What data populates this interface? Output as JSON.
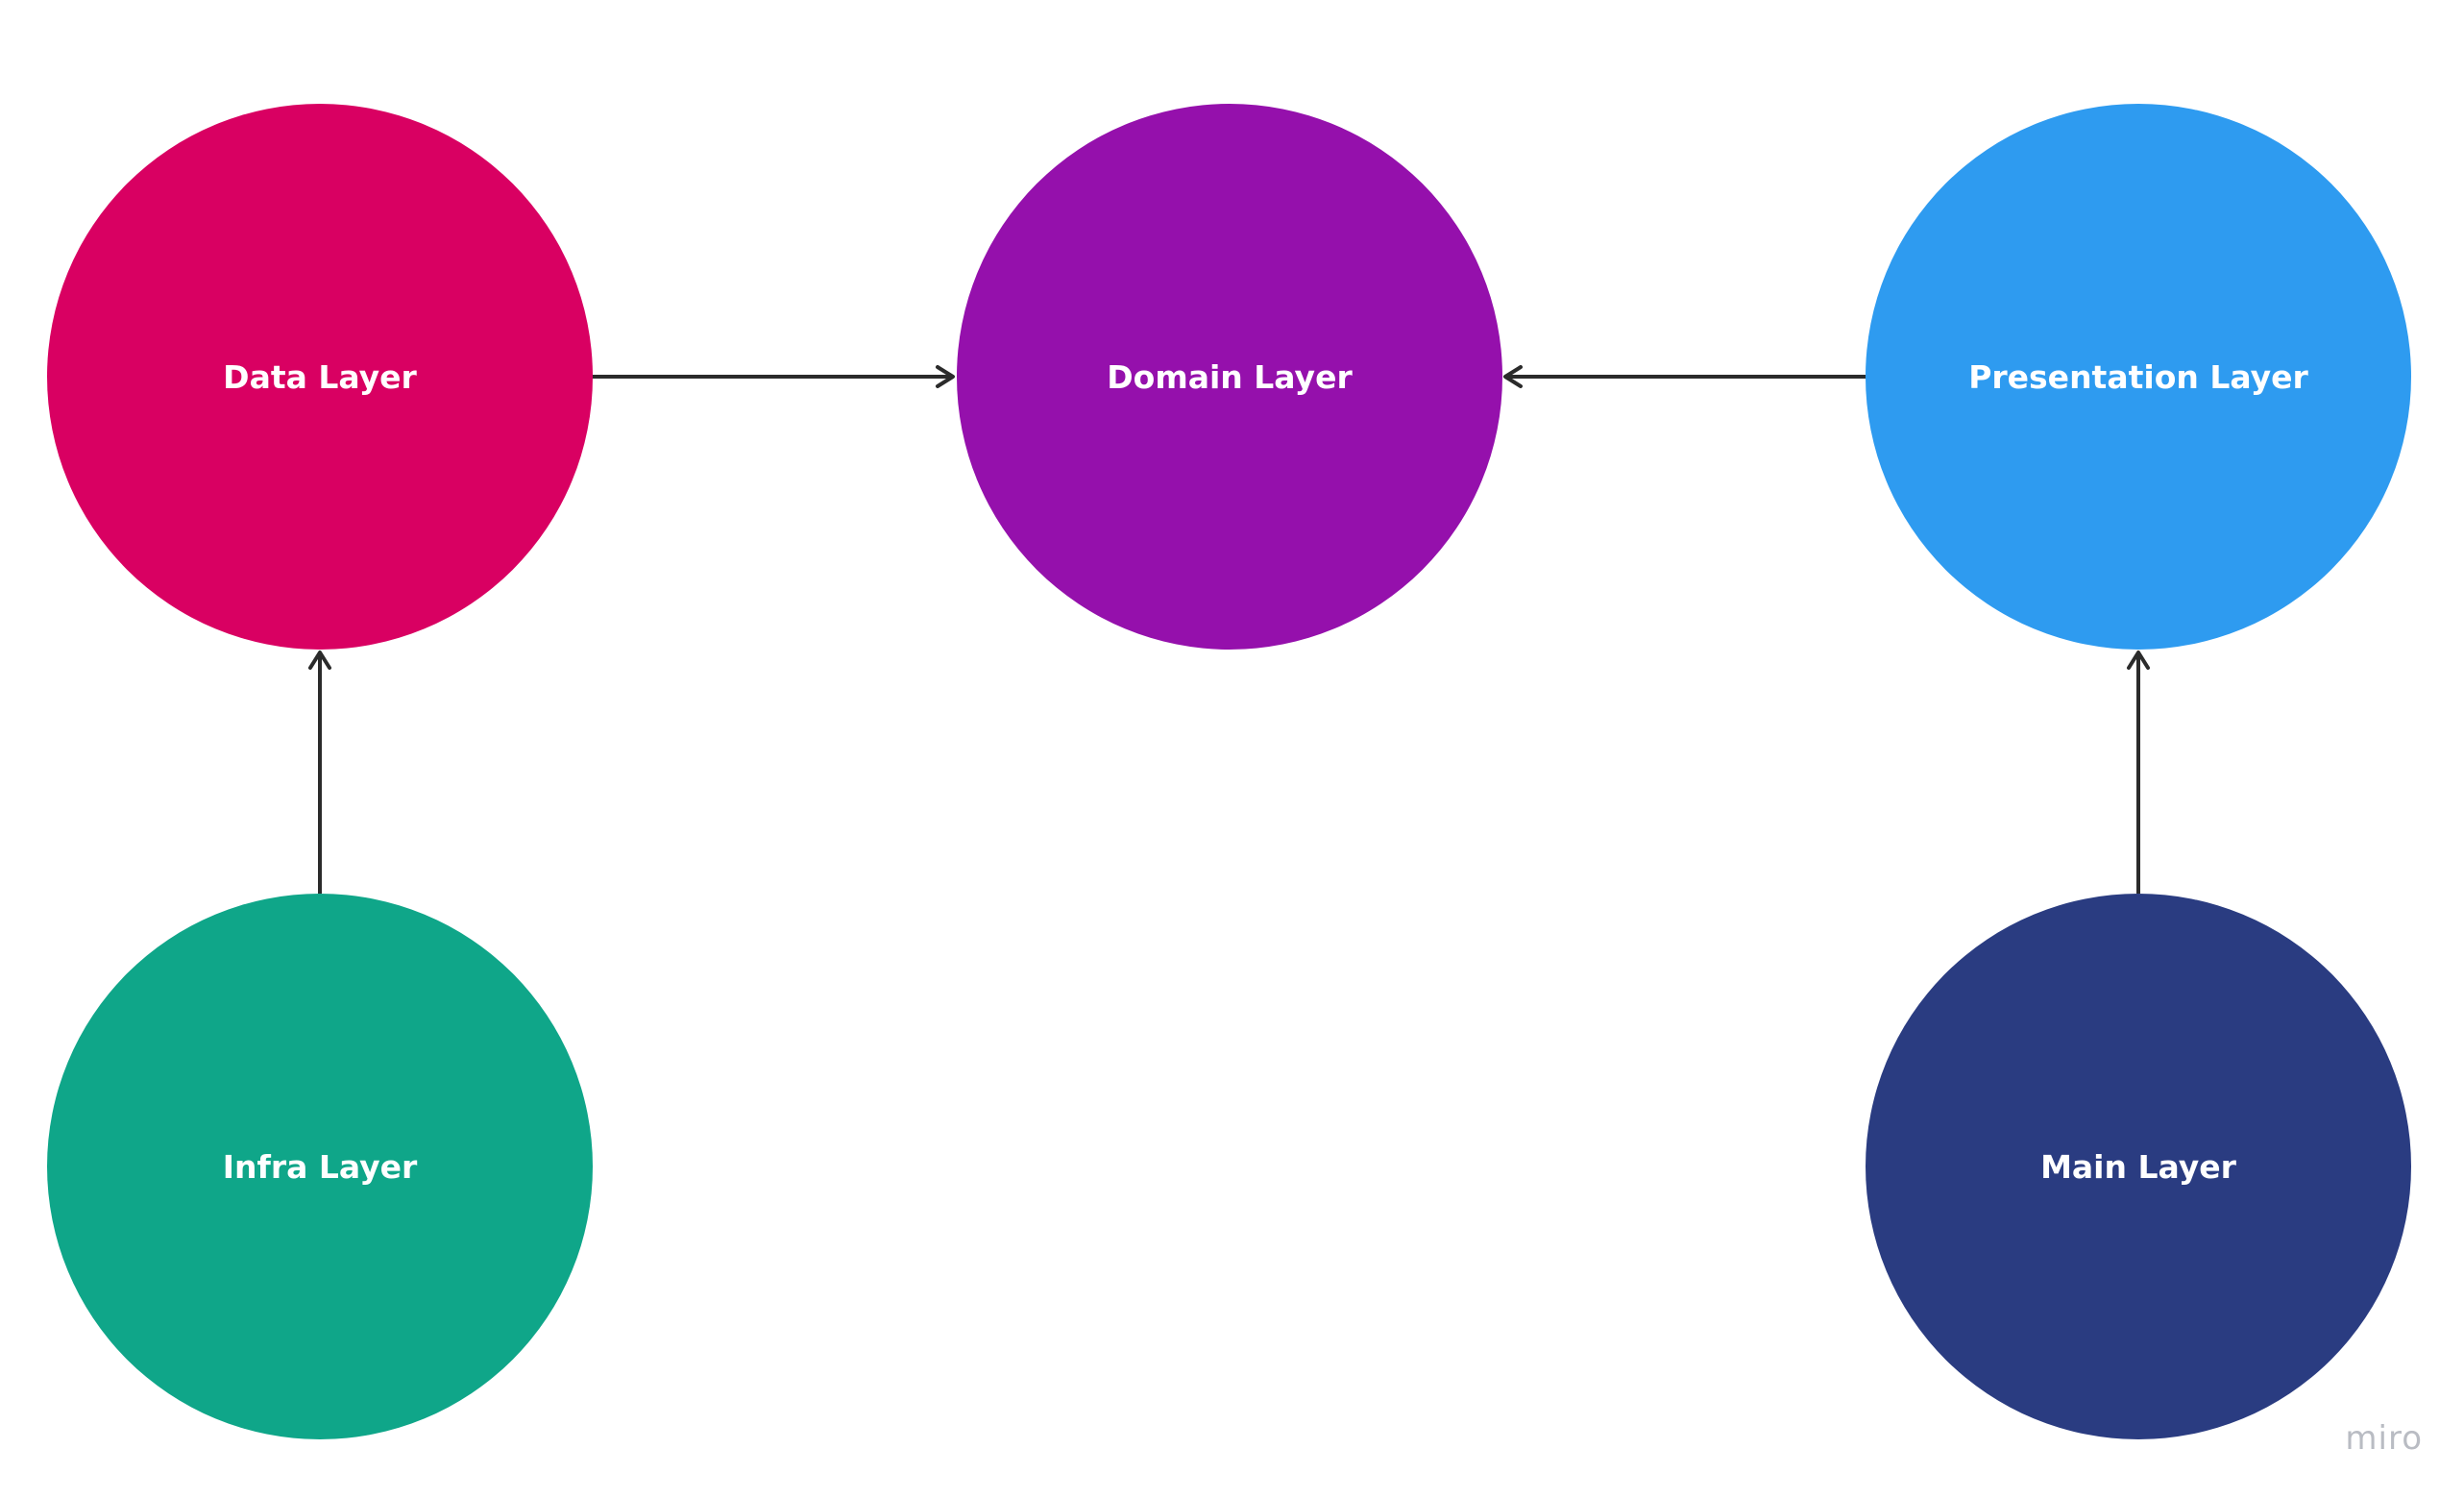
{
  "nodes": {
    "data": {
      "label": "Data Layer",
      "color": "#D90062"
    },
    "domain": {
      "label": "Domain Layer",
      "color": "#9510AC"
    },
    "presentation": {
      "label": "Presentation Layer",
      "color": "#2E9BF0"
    },
    "infra": {
      "label": "Infra Layer",
      "color": "#0FA689"
    },
    "main": {
      "label": "Main Layer",
      "color": "#2A3C81"
    }
  },
  "edges": [
    {
      "from": "data",
      "to": "domain"
    },
    {
      "from": "presentation",
      "to": "domain"
    },
    {
      "from": "infra",
      "to": "data"
    },
    {
      "from": "main",
      "to": "presentation"
    }
  ],
  "watermark": {
    "text": "miro"
  }
}
